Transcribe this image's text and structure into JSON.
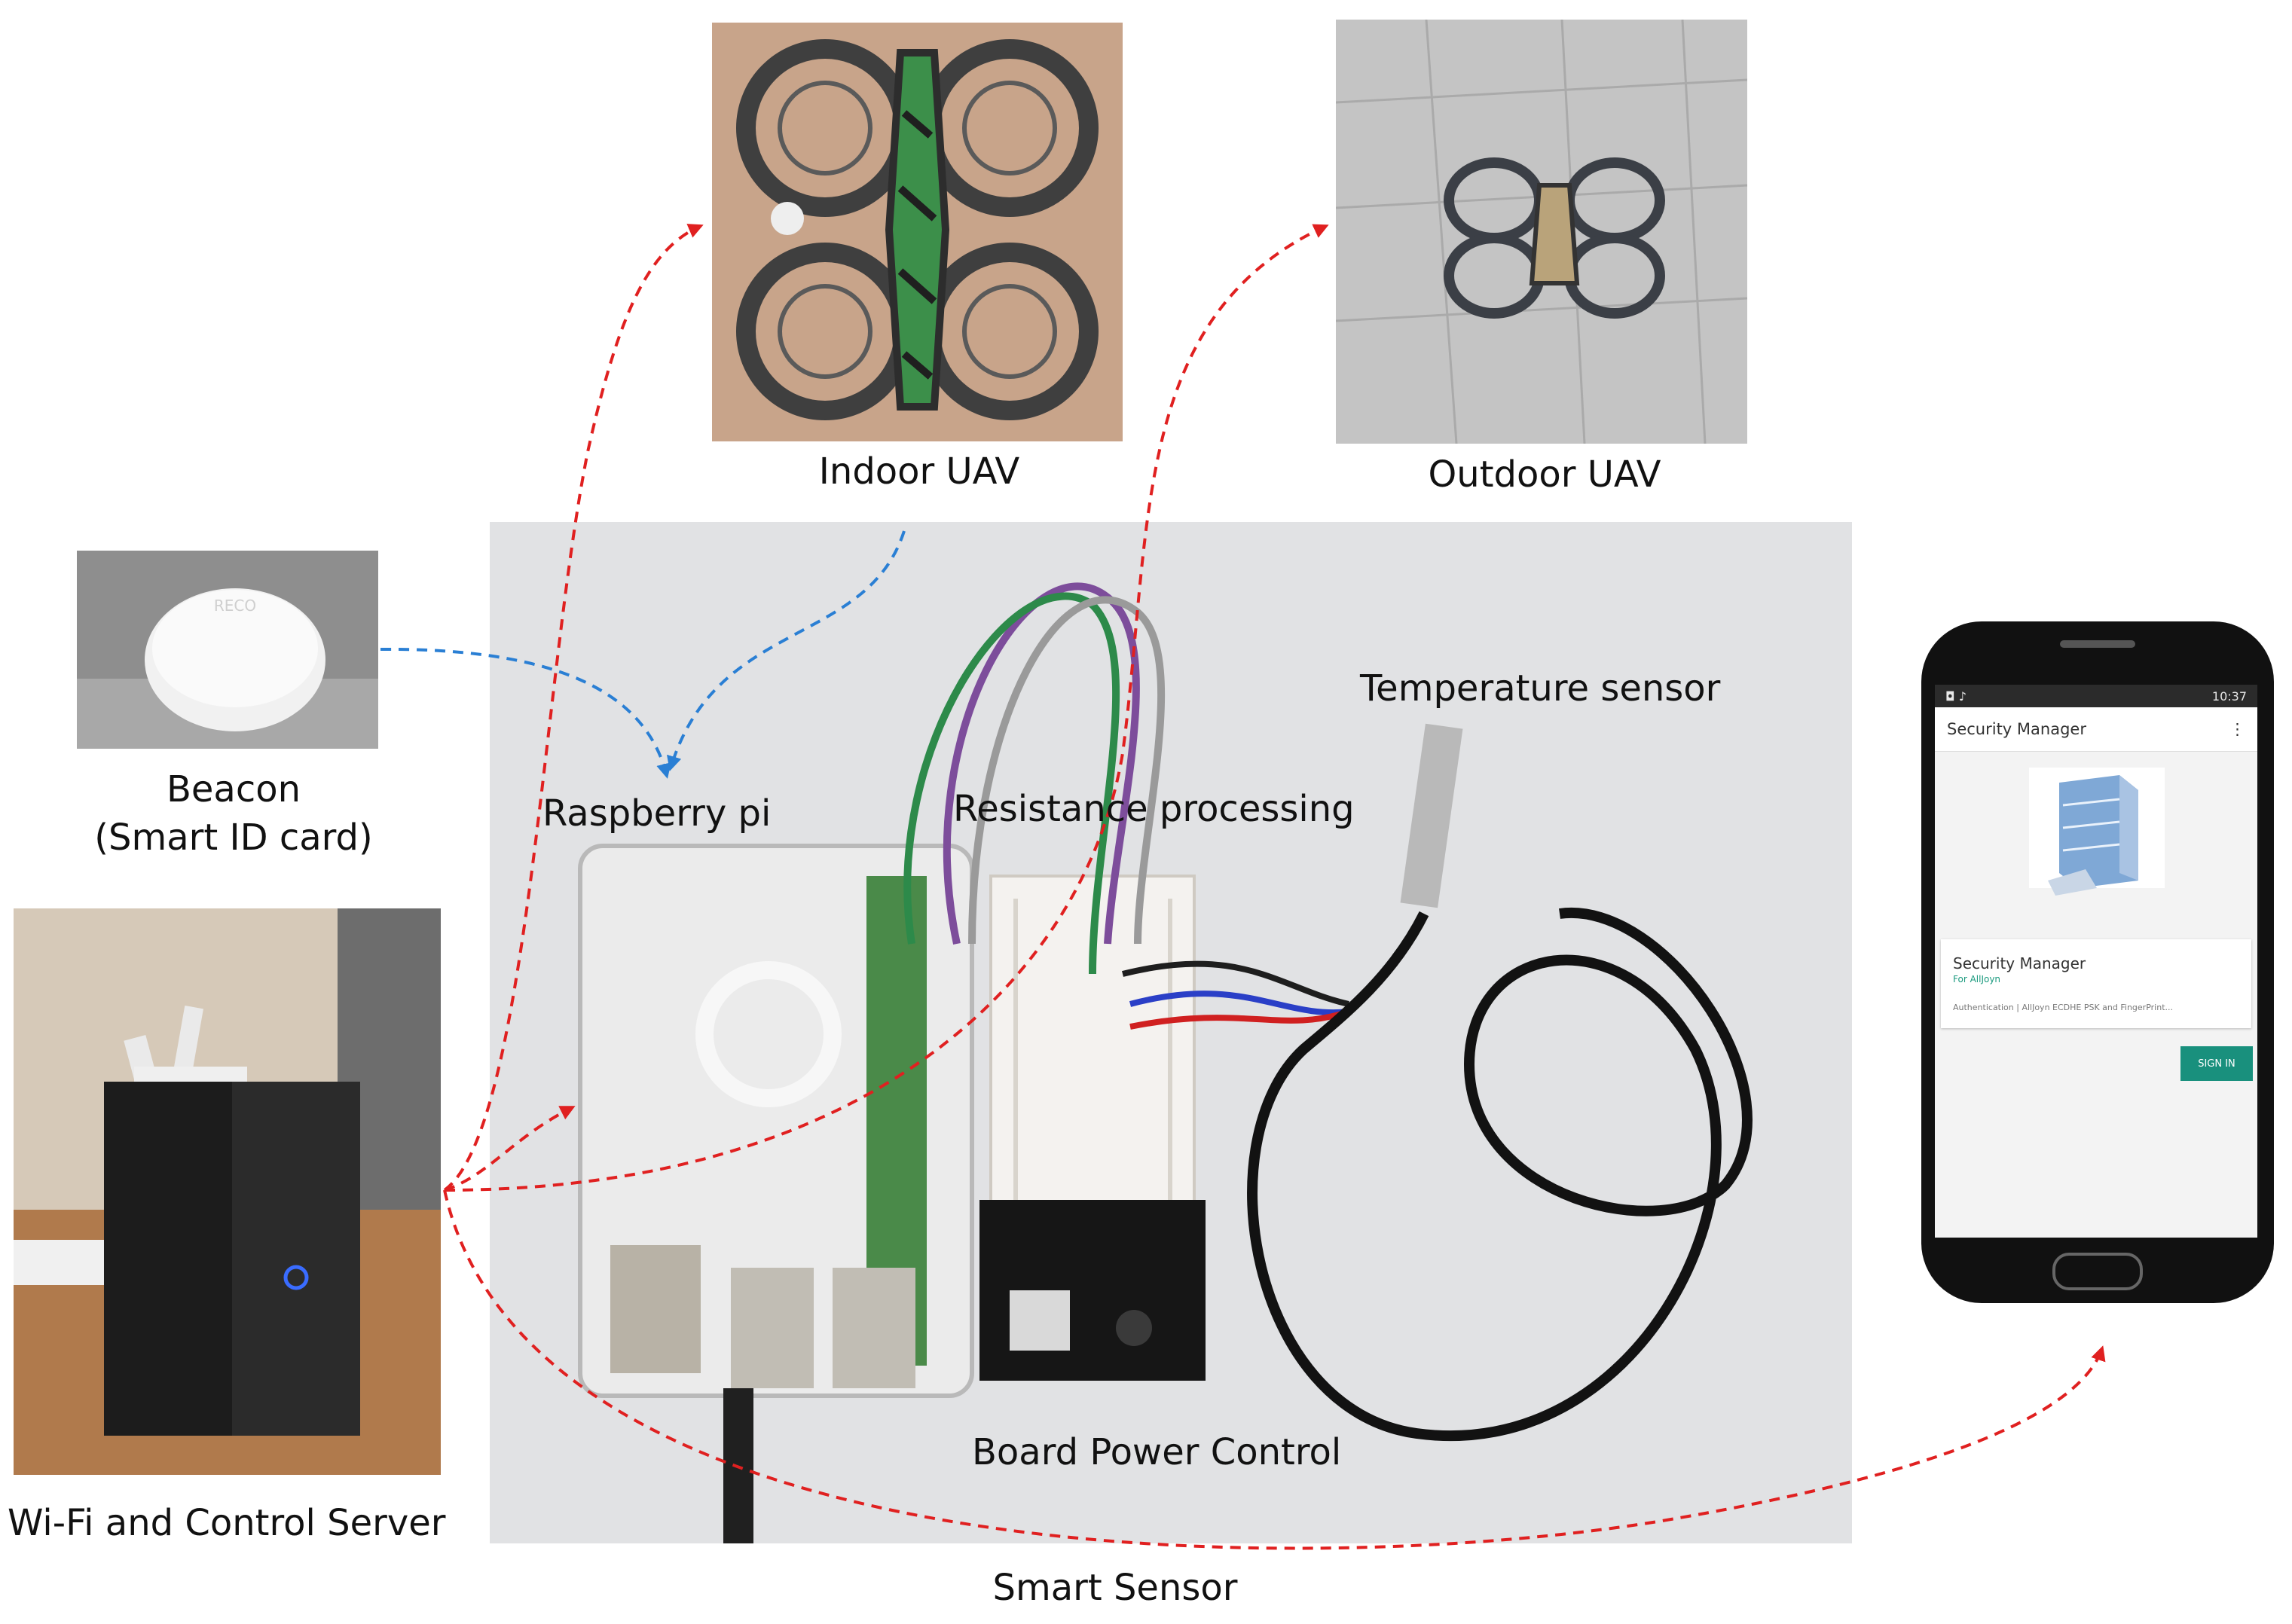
{
  "labels": {
    "indoor_uav": "Indoor UAV",
    "outdoor_uav": "Outdoor UAV",
    "beacon": "Beacon",
    "beacon_sub": "(Smart ID card)",
    "raspberry_pi": "Raspberry pi",
    "resistance": "Resistance processing",
    "temperature": "Temperature sensor",
    "board_power": "Board Power Control",
    "server": "Wi-Fi and Control Server",
    "smart_sensor": "Smart Sensor"
  },
  "beacon_brand": "RECO",
  "phone": {
    "status_left": "◘ ♪",
    "status_right": "10:37",
    "app_title": "Security Manager",
    "menu_icon": "⋮",
    "card_title": "Security Manager",
    "card_subtitle": "For AllJoyn",
    "card_detail": "Authentication | AllJoyn ECDHE PSK and FingerPrint...",
    "signin": "SIGN IN"
  },
  "colors": {
    "red_arrow": "#e02020",
    "blue_arrow": "#2a7fd4"
  }
}
